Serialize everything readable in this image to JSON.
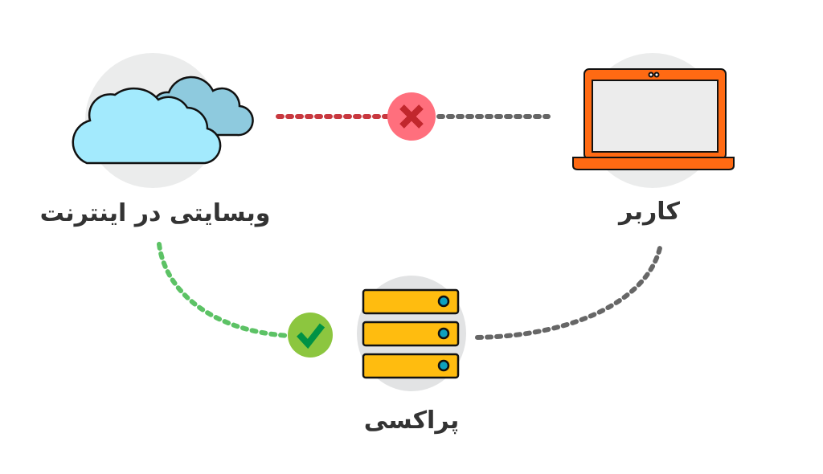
{
  "nodes": {
    "website": {
      "label": "وبسایتی در اینترنت",
      "icon": "cloud-icon"
    },
    "user": {
      "label": "کاربر",
      "icon": "laptop-icon"
    },
    "proxy": {
      "label": "پراکسی",
      "icon": "server-icon"
    }
  },
  "connections": [
    {
      "from": "user",
      "to": "website",
      "status": "blocked",
      "icon": "x-icon"
    },
    {
      "from": "user",
      "to": "proxy",
      "status": "neutral"
    },
    {
      "from": "proxy",
      "to": "website",
      "status": "allowed",
      "icon": "check-icon"
    }
  ],
  "colors": {
    "blocked": "#c8383f",
    "blocked_badge": "#ff6f7d",
    "allowed": "#5cc265",
    "allowed_badge": "#8cc63f",
    "neutral": "#666666",
    "laptop": "#ff6a13",
    "server": "#ffbc0f",
    "cloud_front": "#a3eafd",
    "cloud_back": "#8ecade",
    "halo": "#e6e7e8"
  }
}
